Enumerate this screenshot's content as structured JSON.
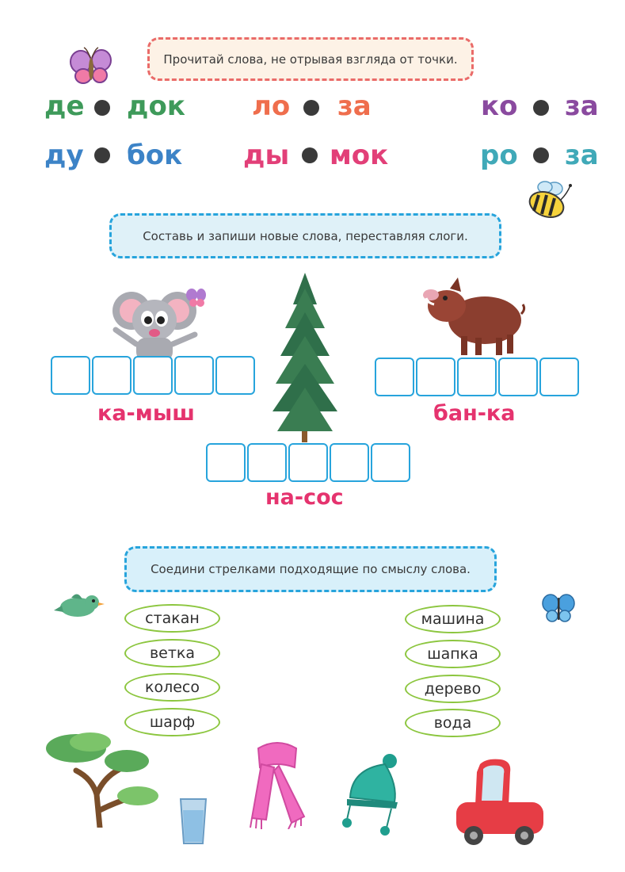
{
  "instructions": {
    "read": "Прочитай слова, не отрывая взгляда от точки.",
    "compose": "Составь и запиши новые слова, переставляя слоги.",
    "connect": "Соедини стрелками подходящие по смыслу слова."
  },
  "syllable_pairs": [
    {
      "left": "де",
      "right": "док",
      "left_color": "#3e9a5a",
      "right_color": "#3e9a5a"
    },
    {
      "left": "ло",
      "right": "за",
      "left_color": "#ef6e4d",
      "right_color": "#ef6e4d"
    },
    {
      "left": "ко",
      "right": "за",
      "left_color": "#8a4a9f",
      "right_color": "#8a4a9f"
    },
    {
      "left": "ду",
      "right": "бок",
      "left_color": "#3c83c7",
      "right_color": "#3c83c7"
    },
    {
      "left": "ды",
      "right": "мок",
      "left_color": "#e23f78",
      "right_color": "#e23f78"
    },
    {
      "left": "ро",
      "right": "за",
      "left_color": "#40a9b8",
      "right_color": "#40a9b8"
    }
  ],
  "compose_words": {
    "left": "ка-мыш",
    "right": "бан-ка",
    "center": "на-сос"
  },
  "match_left": [
    "стакан",
    "ветка",
    "колесо",
    "шарф"
  ],
  "match_right": [
    "машина",
    "шапка",
    "дерево",
    "вода"
  ],
  "colors": {
    "box_border": "#27a4dc",
    "answer_text": "#e5336e",
    "oval_border": "#8cc63f"
  }
}
